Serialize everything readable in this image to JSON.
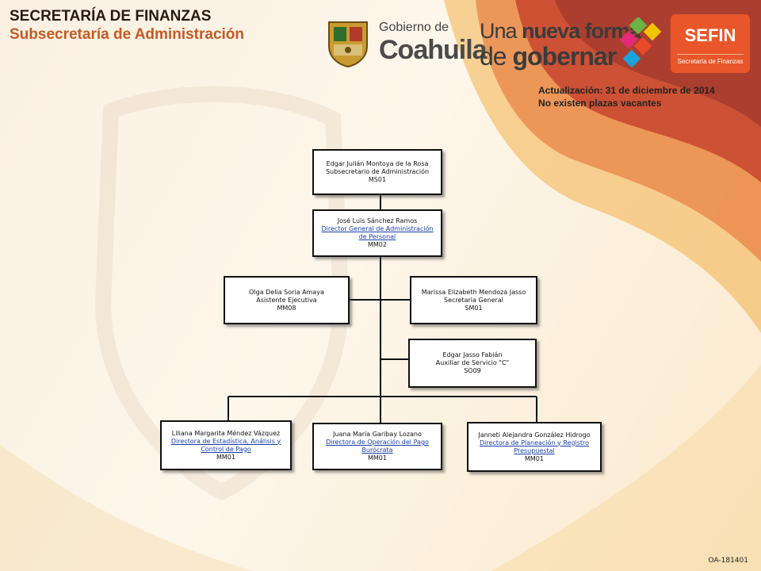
{
  "header": {
    "title": "SECRETARÍA DE FINANZAS",
    "subtitle": "Subsecretaría de Administración"
  },
  "logos": {
    "gobierno_small": "Gobierno de",
    "gobierno_big": "Coahuila",
    "slogan_line1_a": "Una ",
    "slogan_line1_b": "nueva forma",
    "slogan_line2_a": "de ",
    "slogan_line2_b": "gobernar",
    "sefin_title": "SEFIN",
    "sefin_caption": "Secretaría de Finanzas",
    "seal_icon": "coat-of-arms-icon",
    "squares_icon": "color-squares-icon",
    "colors": {
      "sefin": "#e8562a",
      "accent": "#c25a24"
    }
  },
  "update": {
    "line1": "Actualización: 31  de diciembre de 2014",
    "line2": "No existen plazas vacantes"
  },
  "nodes": [
    {
      "id": "n1",
      "name": "Edgar Julián Montoya de la Rosa",
      "role": "Subsecretario de Administración",
      "code": "MS01",
      "role_is_link": false
    },
    {
      "id": "n2",
      "name": "José Luis Sánchez Ramos",
      "role": "Director General de Administración  de Personal",
      "code": "MM02",
      "role_is_link": true
    },
    {
      "id": "n3",
      "name": "Olga Delia Soria Amaya",
      "role": "Asistente Ejecutiva",
      "code": "MM08",
      "role_is_link": false
    },
    {
      "id": "n4",
      "name": "Marissa Elizabeth Mendoza Jasso",
      "role": "Secretaria General",
      "code": "SM01",
      "role_is_link": false
    },
    {
      "id": "n5",
      "name": "Edgar Jasso Fabián",
      "role": "Auxiliar de Servicio \"C\"",
      "code": "SO09",
      "role_is_link": false
    },
    {
      "id": "n6",
      "name": "Liliana Margarita Méndez Vázquez",
      "role": "Directora de Estadística, Análisis y Control de Pago",
      "code": "MM01",
      "role_is_link": true
    },
    {
      "id": "n7",
      "name": "Juana María Garibay Lozano",
      "role": "Directora de Operación  del Pago Burócrata",
      "code": "MM01",
      "role_is_link": true
    },
    {
      "id": "n8",
      "name": "Janneti Alejandra González Hidrogo",
      "role": "Directora de Planeación y Registro Presupuestal",
      "code": "MM01",
      "role_is_link": true
    }
  ],
  "footer_code": "OA-181401"
}
